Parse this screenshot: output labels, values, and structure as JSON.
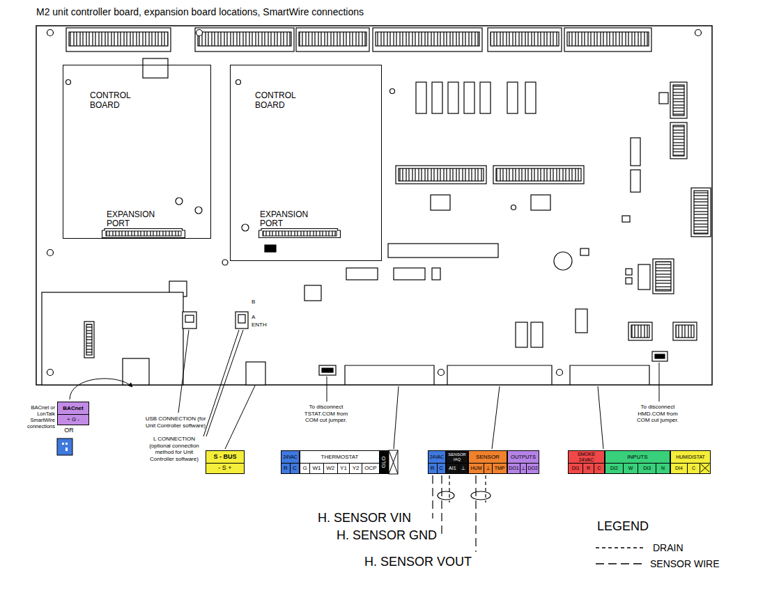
{
  "diagram": {
    "title": "M2 unit controller board, expansion board locations, SmartWire connections",
    "nodes": [
      {
        "text": [
          "CONTROL BOARD"
        ]
      },
      {
        "text": [
          "EXPANSION PORT"
        ],
        "in": 0
      },
      {
        "text": [
          "CONTROL BOARD"
        ]
      },
      {
        "text": [
          "EXPANSION PORT"
        ],
        "in": 2
      },
      {
        "text": [
          "BACnet",
          "+ G -"
        ]
      },
      {
        "text": [
          "S - BUS",
          "- S +"
        ]
      },
      {
        "text": [
          "24VAC",
          "R",
          "C"
        ]
      },
      {
        "text": [
          "THERMOSTAT",
          "G",
          "W1",
          "W2",
          "Y1",
          "Y2",
          "OCP"
        ]
      },
      {
        "text": [
          "GLO"
        ]
      },
      {
        "text": [
          "24VAC",
          "R",
          "C"
        ]
      },
      {
        "text": [
          "SENSOR IAQ",
          "AI1",
          "⊥"
        ]
      },
      {
        "text": [
          "SENSOR",
          "HUM",
          "⊥",
          "TMP"
        ]
      },
      {
        "text": [
          "OUTPUTS",
          "DO1",
          "⊥",
          "DO2"
        ]
      },
      {
        "text": [
          "SMOKE",
          "24VAC",
          "DI1",
          "R",
          "C"
        ]
      },
      {
        "text": [
          "INPUTS",
          "DI2",
          "W",
          "DI3",
          "N"
        ]
      },
      {
        "text": [
          "HUMIDISTAT",
          "DI4",
          "C"
        ]
      }
    ],
    "labels": [
      "BACnet or LonTalk SmartWire connections",
      "OR",
      "USB CONNECTION (for Unit Controller software)",
      "L CONNECTION (optional connection method for Unit Controller software)",
      "B",
      "A",
      "ENTH",
      "To disconnect TSTAT.COM from COM cut jumper.",
      "To disconnect HMD.COM from COM cut jumper.",
      "H. SENSOR VIN",
      "H. SENSOR GND",
      "H. SENSOR VOUT",
      "LEGEND"
    ],
    "legend": [
      {
        "text": "DRAIN"
      },
      {
        "text": "SENSOR WIRE"
      }
    ]
  }
}
